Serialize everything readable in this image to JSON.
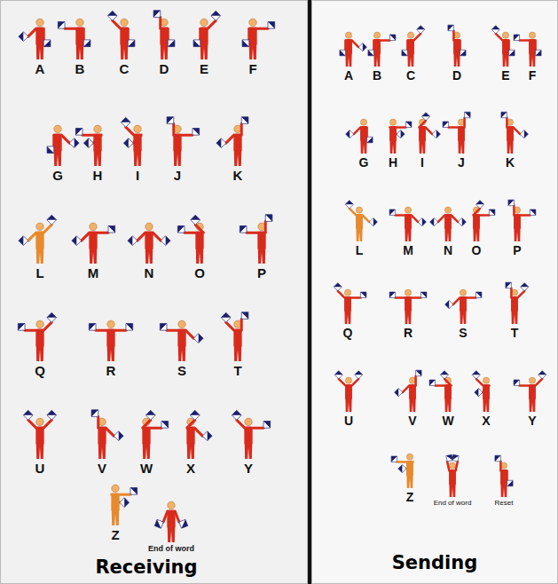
{
  "diagram": {
    "labels": [
      "A",
      "B",
      "C",
      "D",
      "E",
      "F",
      "G",
      "H",
      "I",
      "J",
      "K",
      "L",
      "M",
      "N",
      "O",
      "P",
      "Q",
      "R",
      "S",
      "T",
      "U",
      "V",
      "W",
      "X",
      "Y",
      "Z",
      "End of word",
      "Receiving",
      "A",
      "B",
      "C",
      "D",
      "E",
      "F",
      "G",
      "H",
      "I",
      "J",
      "K",
      "L",
      "M",
      "N",
      "O",
      "P",
      "Q",
      "R",
      "S",
      "T",
      "U",
      "V",
      "W",
      "X",
      "Y",
      "Z",
      "End of word",
      "Reset",
      "Sending"
    ]
  }
}
